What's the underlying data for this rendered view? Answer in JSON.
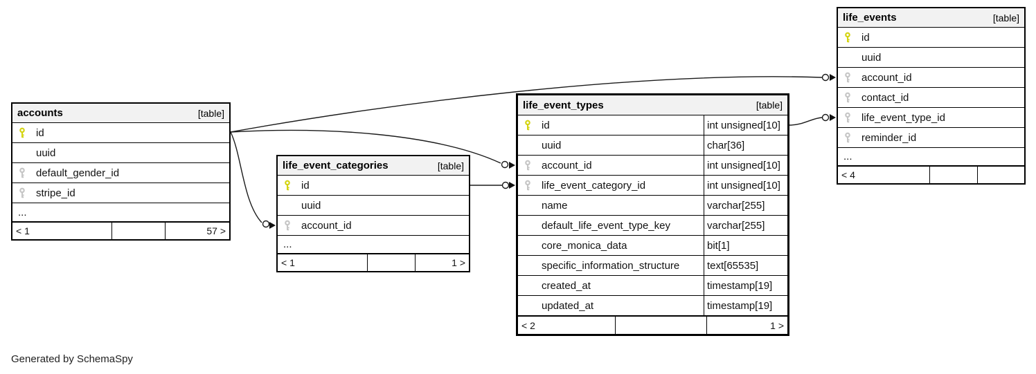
{
  "page": {
    "footer_note": "Generated by SchemaSpy"
  },
  "tables": [
    {
      "name": "accounts",
      "badge": "[table]",
      "columns": [
        {
          "name": "id",
          "key": "primary"
        },
        {
          "name": "uuid",
          "key": "none"
        },
        {
          "name": "default_gender_id",
          "key": "foreign"
        },
        {
          "name": "stripe_id",
          "key": "foreign"
        }
      ],
      "ellipsis": "...",
      "footer": {
        "left": "< 1",
        "middle": "",
        "right": "57 >"
      }
    },
    {
      "name": "life_event_categories",
      "badge": "[table]",
      "columns": [
        {
          "name": "id",
          "key": "primary"
        },
        {
          "name": "uuid",
          "key": "none"
        },
        {
          "name": "account_id",
          "key": "foreign"
        }
      ],
      "ellipsis": "...",
      "footer": {
        "left": "< 1",
        "middle": "",
        "right": "1 >"
      }
    },
    {
      "name": "life_event_types",
      "badge": "[table]",
      "highlighted": true,
      "columns": [
        {
          "name": "id",
          "key": "primary",
          "type": "int unsigned[10]"
        },
        {
          "name": "uuid",
          "key": "none",
          "type": "char[36]"
        },
        {
          "name": "account_id",
          "key": "foreign",
          "type": "int unsigned[10]"
        },
        {
          "name": "life_event_category_id",
          "key": "foreign",
          "type": "int unsigned[10]"
        },
        {
          "name": "name",
          "key": "none",
          "type": "varchar[255]"
        },
        {
          "name": "default_life_event_type_key",
          "key": "none",
          "type": "varchar[255]"
        },
        {
          "name": "core_monica_data",
          "key": "none",
          "type": "bit[1]"
        },
        {
          "name": "specific_information_structure",
          "key": "none",
          "type": "text[65535]"
        },
        {
          "name": "created_at",
          "key": "none",
          "type": "timestamp[19]"
        },
        {
          "name": "updated_at",
          "key": "none",
          "type": "timestamp[19]"
        }
      ],
      "footer": {
        "left": "< 2",
        "middle": "",
        "right": "1 >"
      }
    },
    {
      "name": "life_events",
      "badge": "[table]",
      "columns": [
        {
          "name": "id",
          "key": "primary"
        },
        {
          "name": "uuid",
          "key": "none"
        },
        {
          "name": "account_id",
          "key": "foreign"
        },
        {
          "name": "contact_id",
          "key": "foreign"
        },
        {
          "name": "life_event_type_id",
          "key": "foreign"
        },
        {
          "name": "reminder_id",
          "key": "foreign"
        }
      ],
      "ellipsis": "...",
      "footer": {
        "left": "< 4",
        "middle": "",
        "right": ""
      }
    }
  ],
  "relationships": [
    {
      "from": "accounts.id",
      "to": "life_events.account_id"
    },
    {
      "from": "accounts.id",
      "to": "life_event_types.account_id"
    },
    {
      "from": "accounts.id",
      "to": "life_event_categories.account_id"
    },
    {
      "from": "life_event_categories.id",
      "to": "life_event_types.life_event_category_id"
    },
    {
      "from": "life_event_types.id",
      "to": "life_events.life_event_type_id"
    }
  ],
  "colors": {
    "primary_key": "#d4d411",
    "foreign_key": "#c6c6c6",
    "header_bg": "#f2f2f2",
    "border": "#000000",
    "line": "#1a1a1a"
  }
}
